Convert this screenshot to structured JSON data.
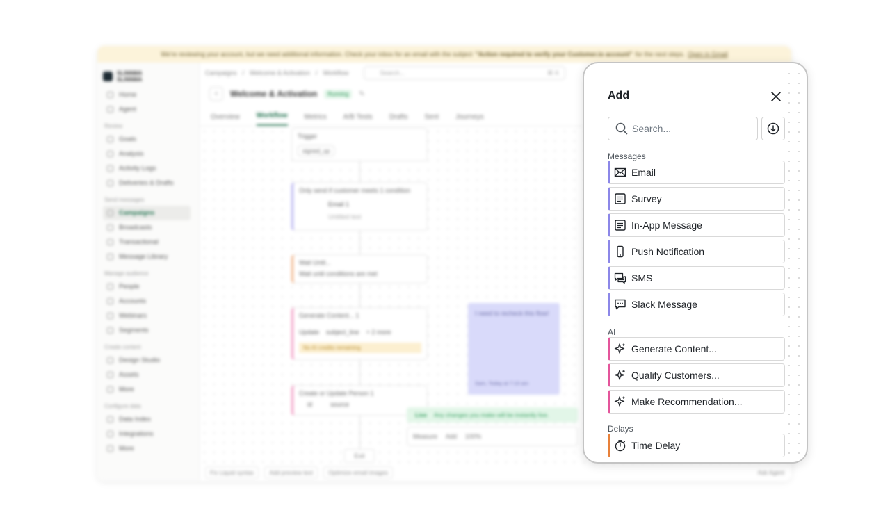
{
  "banner": {
    "text": "We're reviewing your account, but we need additional information. Check your inbox for an email with the subject",
    "subject": "\"Action required to verify your Customer.io account\"",
    "suffix": "for the next steps.",
    "link": "Open in Gmail"
  },
  "sidebar": {
    "workspace_line1": "SLINNMA",
    "workspace_line2": "SLINNMA",
    "items_top": [
      "Home",
      "Agent"
    ],
    "sections": [
      {
        "title": "Review",
        "items": [
          "Goals",
          "Analysis",
          "Activity Logs",
          "Deliveries & Drafts"
        ]
      },
      {
        "title": "Send messages",
        "items": [
          "Campaigns",
          "Broadcasts",
          "Transactional",
          "Message Library"
        ]
      },
      {
        "title": "Manage audience",
        "items": [
          "People",
          "Accounts",
          "Webinars",
          "Segments"
        ]
      },
      {
        "title": "Create content",
        "items": [
          "Design Studio",
          "Assets",
          "More"
        ]
      },
      {
        "title": "Configure data",
        "items": [
          "Data Index",
          "Integrations",
          "More"
        ]
      }
    ]
  },
  "topbar": {
    "breadcrumb": [
      "Campaigns",
      "/",
      "Welcome & Activation",
      "/",
      "Workflow"
    ],
    "search_placeholder": "Search...",
    "shortcut": "⌘ K"
  },
  "campaign": {
    "title": "Welcome & Activation",
    "status": "Running",
    "tabs": [
      "Overview",
      "Workflow",
      "Metrics",
      "A/B Tests",
      "Drafts",
      "Sent",
      "Journeys"
    ]
  },
  "canvas": {
    "trigger_label": "Trigger",
    "trigger_event": "signed_up",
    "condition_text": "Only send if customer meets 1 condition",
    "email_name": "Email 1",
    "email_sub": "Untitled text",
    "wait_label": "Wait Until...",
    "wait_text": "Wait until conditions are met",
    "generate_label": "Generate Content... 1",
    "generate_update": "Update",
    "generate_field": "subject_line",
    "generate_more": "+ 2 more",
    "generate_warning": "No AI credits remaining",
    "person_label": "Create or Update Person 1",
    "person_fields": [
      "id",
      "source"
    ],
    "note_text": "I need to recheck this flow!",
    "note_stamp": "Sam, Today at 7:10 am",
    "live_tag": "Live",
    "live_text": "Any changes you make will be instantly live.",
    "zoom_items": [
      "Measure",
      "Add",
      "100%"
    ],
    "exit_label": "Exit"
  },
  "footer": {
    "chips": [
      "Fix Liquid syntax",
      "Add preview text",
      "Optimize email images"
    ],
    "ask_agent": "Ask Agent"
  },
  "panel": {
    "title": "Add",
    "search_placeholder": "Search...",
    "sections": {
      "messages": "Messages",
      "ai": "AI",
      "delays": "Delays"
    },
    "messages": [
      {
        "label": "Email",
        "icon": "envelope-icon"
      },
      {
        "label": "Survey",
        "icon": "survey-icon"
      },
      {
        "label": "In-App Message",
        "icon": "in-app-icon"
      },
      {
        "label": "Push Notification",
        "icon": "phone-icon"
      },
      {
        "label": "SMS",
        "icon": "sms-icon"
      },
      {
        "label": "Slack Message",
        "icon": "slack-chat-icon"
      }
    ],
    "ai": [
      {
        "label": "Generate Content...",
        "icon": "sparkle-icon"
      },
      {
        "label": "Qualify Customers...",
        "icon": "sparkle-icon"
      },
      {
        "label": "Make Recommendation...",
        "icon": "sparkle-icon"
      }
    ],
    "delays": [
      {
        "label": "Time Delay",
        "icon": "stopwatch-icon"
      }
    ],
    "colors": {
      "messages": "#8c87e8",
      "ai": "#e4559b",
      "delays": "#e8813a"
    }
  }
}
